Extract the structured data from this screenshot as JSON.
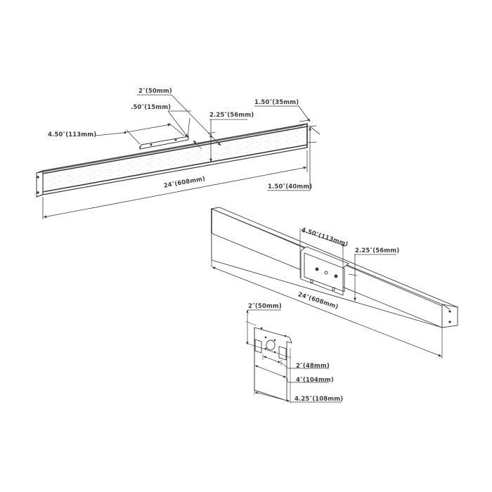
{
  "diagram": {
    "title": "Linear bar light fixture dimensional drawing",
    "colors": {
      "line": "#3a3a3a",
      "background": "#ffffff",
      "speckle": "#8a8a8a"
    },
    "views": {
      "front_view": {
        "labels": {
          "backplate_height": "2″(50mm)",
          "backplate_depth": ".50″(15mm)",
          "backplate_width": "4.50″(113mm)",
          "overall_height": "2.25″(56mm)",
          "bar_depth": "1.50″(35mm)",
          "bar_height": "1.50″(40mm)",
          "overall_length": "24″(608mm)"
        }
      },
      "rear_view": {
        "labels": {
          "canopy_width": "4.50″(113mm)",
          "canopy_height": "2.25″(56mm)",
          "overall_length": "24″(608mm)"
        }
      },
      "mounting_plate": {
        "labels": {
          "plate_height": "2″(50mm)",
          "slot_spacing": "2″(48mm)",
          "inner_width": "4″(104mm)",
          "overall_width": "4.25″(108mm)"
        }
      }
    }
  }
}
